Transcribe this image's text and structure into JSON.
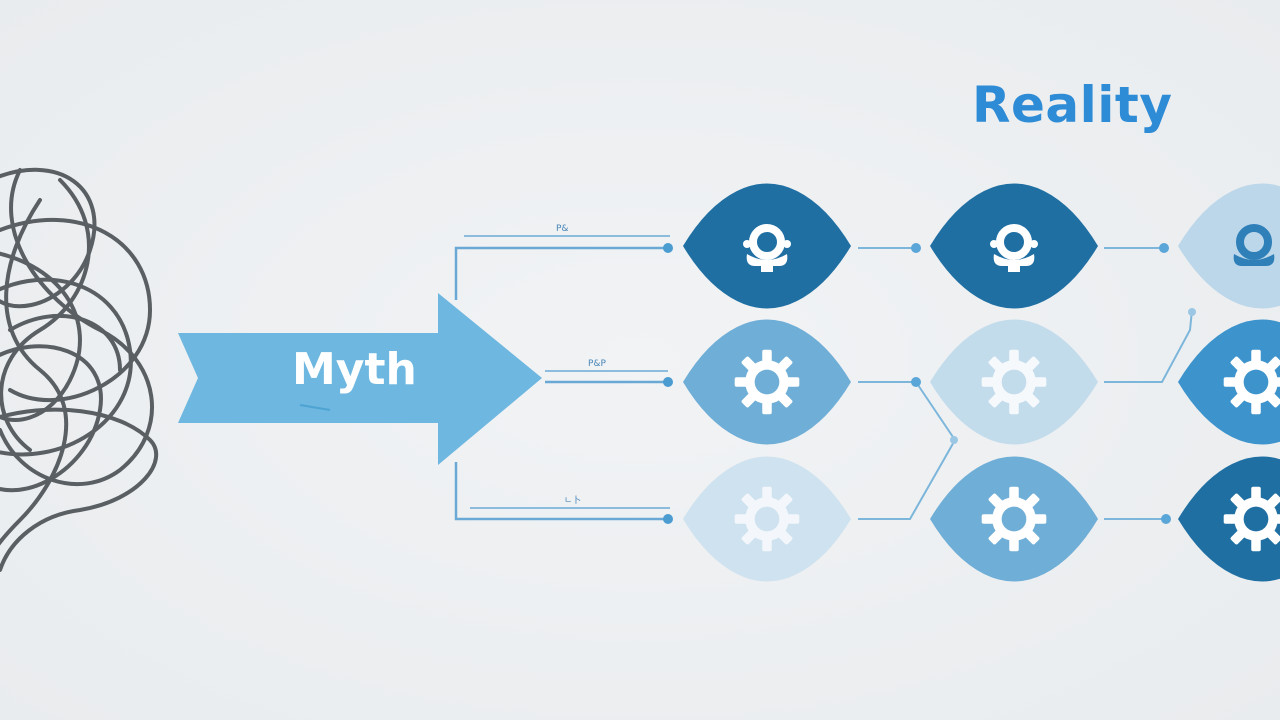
{
  "heading": {
    "reality": "Reality"
  },
  "arrow": {
    "label": "Myth"
  },
  "branch_labels": [
    "P&",
    "P&P",
    "ㄴ卜"
  ],
  "colors": {
    "accent_blue": "#2e8bd6",
    "arrow_blue": "#6db7e0",
    "dark_node": "#1f6fa3",
    "mid_node": "#3d93cc",
    "light_node": "#7fb7da",
    "faded_node": "#bcd7ea",
    "tangle": "#555a5f",
    "connector": "#6aa9d6"
  },
  "nodes": [
    {
      "name": "node-r1-c1",
      "icon": "person-icon",
      "tone": "dark"
    },
    {
      "name": "node-r1-c2",
      "icon": "person-icon",
      "tone": "dark"
    },
    {
      "name": "node-r1-c3",
      "icon": "person-icon",
      "tone": "faded"
    },
    {
      "name": "node-r2-c1",
      "icon": "gear-icon",
      "tone": "light"
    },
    {
      "name": "node-r2-c2",
      "icon": "gear-icon",
      "tone": "faded"
    },
    {
      "name": "node-r2-c3",
      "icon": "gear-icon",
      "tone": "mid"
    },
    {
      "name": "node-r3-c1",
      "icon": "gear-icon",
      "tone": "faded"
    },
    {
      "name": "node-r3-c2",
      "icon": "gear-icon",
      "tone": "light"
    },
    {
      "name": "node-r3-c3",
      "icon": "gear-icon",
      "tone": "dark"
    }
  ]
}
